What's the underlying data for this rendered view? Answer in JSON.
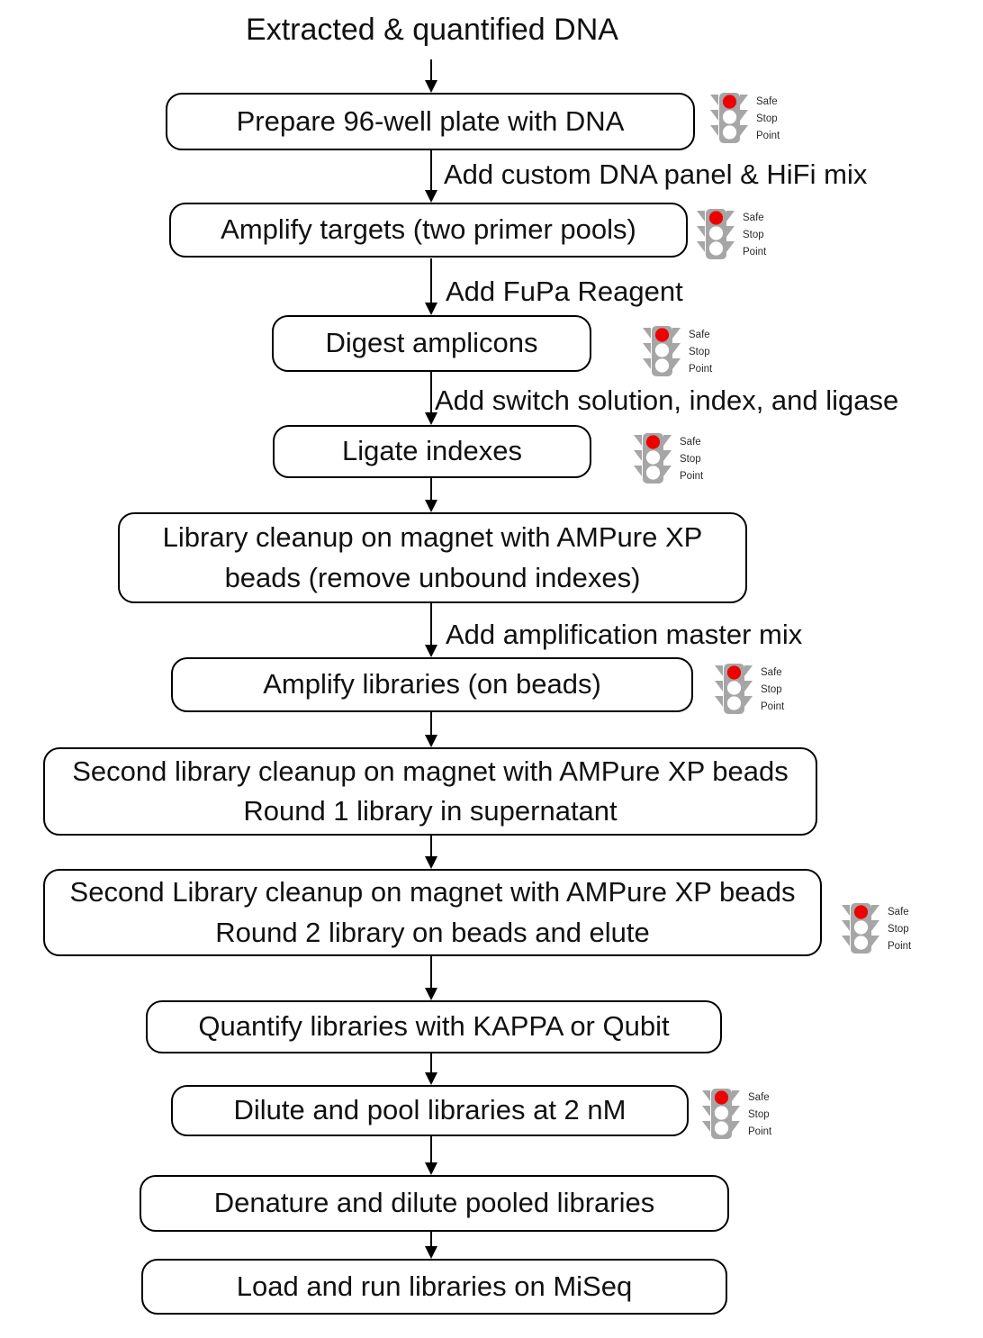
{
  "title": "Extracted & quantified DNA",
  "traffic_light": {
    "lines": [
      "Safe",
      "Stop",
      "Point"
    ],
    "red_color": "#ee0000",
    "gray_color": "#a6a6a6"
  },
  "boxes": [
    {
      "label": "Prepare 96-well plate with DNA"
    },
    {
      "label": "Amplify targets (two primer pools)"
    },
    {
      "label": "Digest amplicons"
    },
    {
      "label": "Ligate indexes"
    },
    {
      "label": "Library cleanup on magnet with AMPure XP beads (remove unbound indexes)"
    },
    {
      "label": "Amplify libraries (on beads)"
    },
    {
      "label": "Second library cleanup on magnet with AMPure XP beads Round 1 library in supernatant"
    },
    {
      "label": "Second Library cleanup on magnet with AMPure XP beads Round 2 library on beads and elute"
    },
    {
      "label": "Quantify libraries with KAPPA or Qubit"
    },
    {
      "label": "Dilute and pool libraries at 2 nM"
    },
    {
      "label": "Denature and dilute pooled libraries"
    },
    {
      "label": "Load and run libraries on MiSeq"
    }
  ],
  "arrow_labels": [
    {
      "label": "Add custom DNA panel & HiFi mix"
    },
    {
      "label": "Add FuPa Reagent"
    },
    {
      "label": "Add switch solution, index, and ligase"
    },
    {
      "label": "Add amplification master mix"
    }
  ]
}
